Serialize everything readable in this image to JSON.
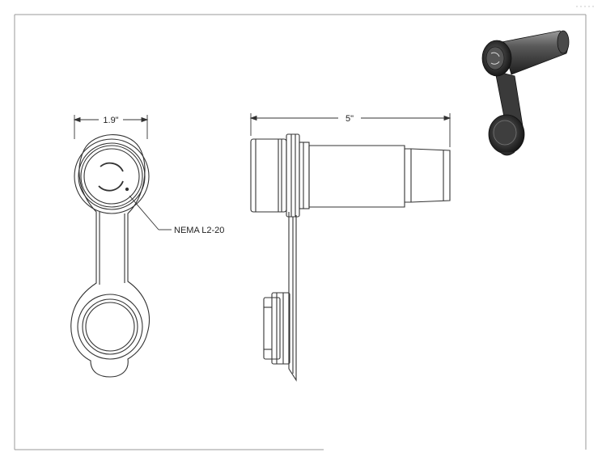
{
  "drawing": {
    "front_view": {
      "width_dimension": "1.9\"",
      "callout": "NEMA L2-20"
    },
    "side_view": {
      "length_dimension": "5\""
    },
    "isometric_view": {
      "icon": "shaded-3d-render"
    }
  },
  "colors": {
    "line": "#333333",
    "border": "#9a9a9a",
    "render_dark": "#2b2b2b",
    "render_mid": "#5a5a5a",
    "render_light": "#8c8c8c"
  }
}
